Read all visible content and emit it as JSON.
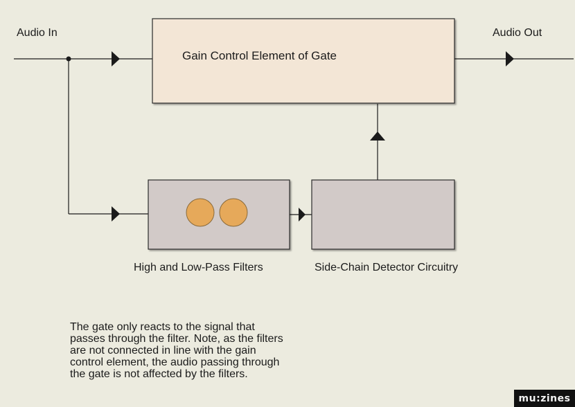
{
  "diagram": {
    "input_label": "Audio In",
    "output_label": "Audio Out",
    "gain_block_label": "Gain Control Element of Gate",
    "filter_block_label": "High and Low-Pass Filters",
    "detector_block_label": "Side-Chain Detector Circuitry"
  },
  "caption": {
    "lines": [
      "The gate only reacts to the signal that",
      "passes through the filter. Note, as the filters",
      "are not connected in line with the gain",
      "control element, the audio passing through",
      "the gate is not affected by the filters."
    ]
  },
  "watermark": {
    "text": "mu:zines"
  },
  "colors": {
    "background": "#ecebdf",
    "gain_block_fill": "#f3e6d6",
    "side_block_fill": "#d2cac8",
    "filter_knob_fill": "#e6a95a",
    "line": "#1b1b1b"
  }
}
